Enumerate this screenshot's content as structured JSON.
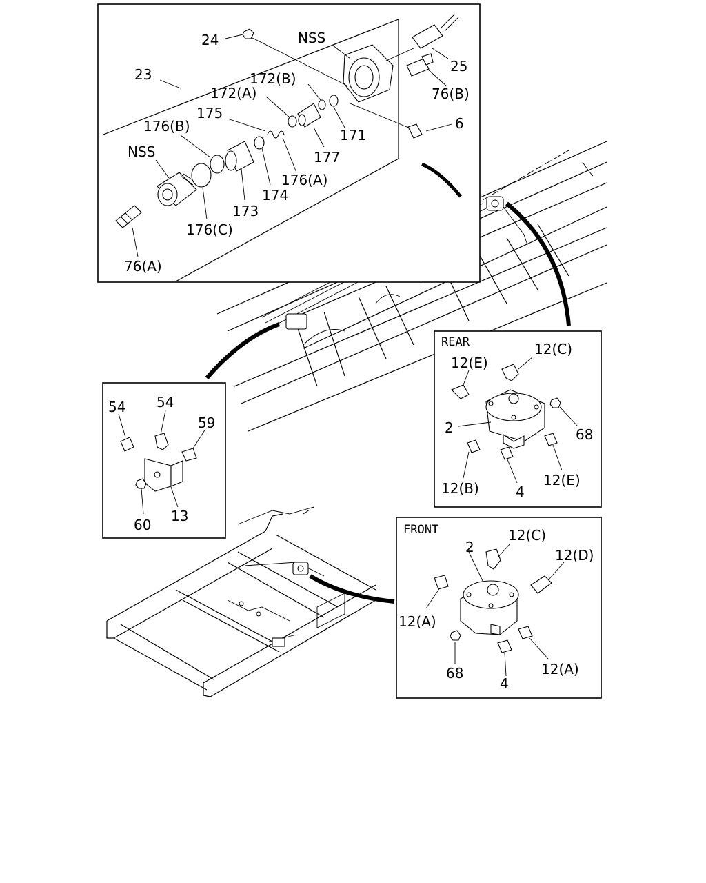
{
  "callouts": {
    "top": {
      "n24": "24",
      "nss1": "NSS",
      "n23": "23",
      "n172b": "172(B)",
      "n172a": "172(A)",
      "n175": "175",
      "n176b": "176(B)",
      "nss2": "NSS",
      "n25": "25",
      "n76b": "76(B)",
      "n6": "6",
      "n171": "171",
      "n177": "177",
      "n176a": "176(A)",
      "n174": "174",
      "n173": "173",
      "n176c": "176(C)",
      "n76a": "76(A)"
    },
    "rear": {
      "title": "REAR",
      "n12c": "12(C)",
      "n12e1": "12(E)",
      "n2": "2",
      "n68": "68",
      "n12b": "12(B)",
      "n4": "4",
      "n12e2": "12(E)"
    },
    "left": {
      "n54a": "54",
      "n54b": "54",
      "n59": "59",
      "n60": "60",
      "n13": "13"
    },
    "front": {
      "title": "FRONT",
      "n2": "2",
      "n12c": "12(C)",
      "n12d": "12(D)",
      "n12a1": "12(A)",
      "n68": "68",
      "n4": "4",
      "n12a2": "12(A)"
    }
  }
}
